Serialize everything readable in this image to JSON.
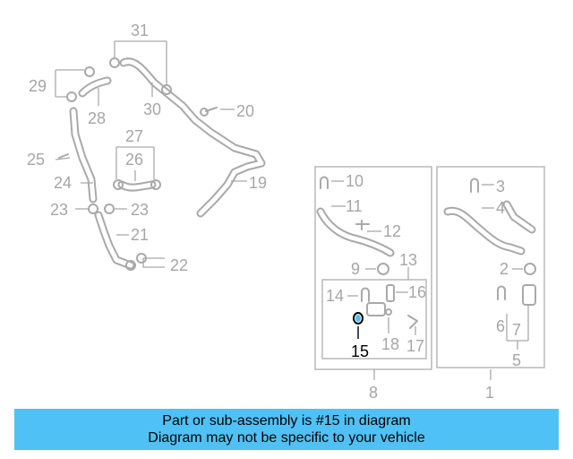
{
  "diagram": {
    "callouts": [
      "31",
      "29",
      "28",
      "30",
      "20",
      "27",
      "26",
      "25",
      "24",
      "19",
      "23",
      "23",
      "21",
      "22",
      "10",
      "11",
      "12",
      "13",
      "9",
      "14",
      "16",
      "15",
      "18",
      "17",
      "8",
      "3",
      "4",
      "2",
      "6",
      "7",
      "5",
      "1"
    ],
    "highlight_color": "#4fc1f5",
    "line_color": "#a9a9a9"
  },
  "banner": {
    "line1": "Part or sub-assembly is #15 in diagram",
    "line2": "Diagram may not be specific to your vehicle",
    "background": "#4fc1f5"
  }
}
